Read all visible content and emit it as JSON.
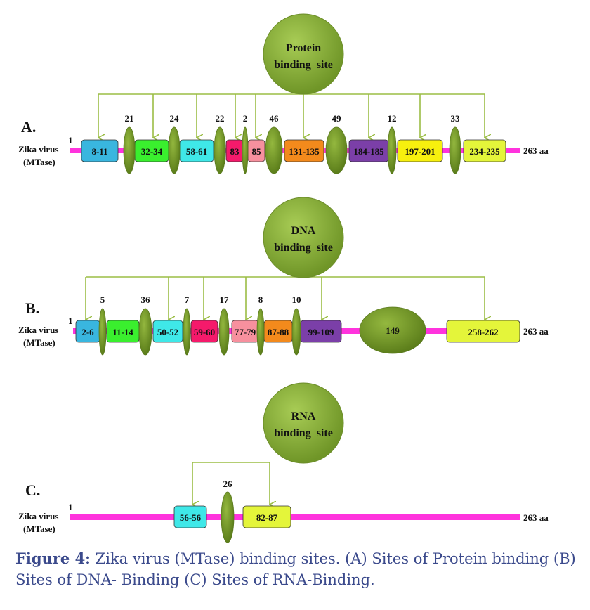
{
  "colors": {
    "line": "#ff33dd",
    "connector": "#9bbd45",
    "ellipse": "#7a9a24",
    "circle": "#8db43c",
    "caption": "#3b4a8c"
  },
  "panels": [
    {
      "label": "A.",
      "title_line1": "Protein",
      "title_line2": "binding  site",
      "seq_name": "Zika virus",
      "seq_sub": "(MTase)",
      "start": "1",
      "end": "263 aa",
      "boxes": [
        {
          "text": "8-11",
          "color": "#39b6df"
        },
        {
          "text": "32-34",
          "color": "#3aef2e"
        },
        {
          "text": "58-61",
          "color": "#3fe8e8"
        },
        {
          "text": "83",
          "color": "#f51a6b"
        },
        {
          "text": "85",
          "color": "#f7909e"
        },
        {
          "text": "131-135",
          "color": "#f38a1c"
        },
        {
          "text": "184-185",
          "color": "#7b3fa8"
        },
        {
          "text": "197-201",
          "color": "#f7f00e"
        },
        {
          "text": "234-235",
          "color": "#e4f53a"
        }
      ],
      "ellipses": [
        "21",
        "24",
        "22",
        "2",
        "46",
        "49",
        "12",
        "33"
      ]
    },
    {
      "label": "B.",
      "title_line1": "DNA",
      "title_line2": "binding  site",
      "seq_name": "Zika virus",
      "seq_sub": "(MTase)",
      "start": "1",
      "end": "263 aa",
      "boxes": [
        {
          "text": "2-6",
          "color": "#39b6df"
        },
        {
          "text": "11-14",
          "color": "#3aef2e"
        },
        {
          "text": "50-52",
          "color": "#3fe8e8"
        },
        {
          "text": "59-60",
          "color": "#f51a6b"
        },
        {
          "text": "77-79",
          "color": "#f7909e"
        },
        {
          "text": "87-88",
          "color": "#f38a1c"
        },
        {
          "text": "99-109",
          "color": "#7b3fa8"
        },
        {
          "text": "258-262",
          "color": "#e4f53a"
        }
      ],
      "ellipses": [
        "5",
        "36",
        "7",
        "17",
        "8",
        "10"
      ],
      "big_ellipse": "149"
    },
    {
      "label": "C.",
      "title_line1": "RNA",
      "title_line2": "binding  site",
      "seq_name": "Zika virus",
      "seq_sub": "(MTase)",
      "start": "1",
      "end": "263 aa",
      "boxes": [
        {
          "text": "56-56",
          "color": "#3fe8e8"
        },
        {
          "text": "82-87",
          "color": "#e4f53a"
        }
      ],
      "ellipses": [
        "26"
      ]
    }
  ],
  "caption": {
    "label": "Figure 4:",
    "text": " Zika virus (MTase) binding sites. (A) Sites of Protein binding (B) Sites of DNA- Binding (C) Sites of RNA-Binding."
  }
}
